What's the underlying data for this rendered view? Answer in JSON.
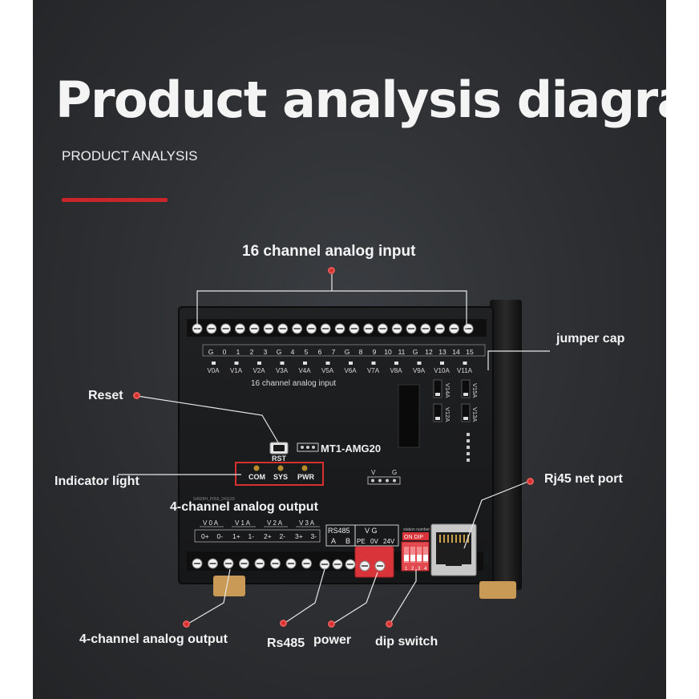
{
  "title": "Product analysis diagram",
  "subtitle": "PRODUCT ANALYSIS",
  "labels": {
    "analog_input": "16 channel analog input",
    "jumper_cap": "jumper cap",
    "reset": "Reset",
    "indicator": "Indicator light",
    "rj45": "Rj45 net port",
    "analog_output_top": "4-channel analog output",
    "analog_output_bottom": "4-channel analog output",
    "rs485": "Rs485",
    "power": "power",
    "dip": "dip switch"
  },
  "board": {
    "model": "MT1-AMG20",
    "rst": "RST",
    "silk_input": "16 channel analog input",
    "leds": [
      "COM",
      "SYS",
      "PWR"
    ],
    "vg": [
      "V",
      "G"
    ],
    "part_no": "S4928H_P055_241120",
    "top_numbers": [
      "G",
      "0",
      "1",
      "2",
      "3",
      "G",
      "4",
      "5",
      "6",
      "7",
      "G",
      "8",
      "9",
      "10",
      "11",
      "G",
      "12",
      "13",
      "14",
      "15"
    ],
    "va_labels": [
      "V0A",
      "V1A",
      "V2A",
      "V3A",
      "V4A",
      "V5A",
      "V6A",
      "V7A",
      "V8A",
      "V9A",
      "V10A",
      "V11A"
    ],
    "vert_labels": [
      "V14A",
      "V15A",
      "V12A",
      "V13A"
    ],
    "out_headers": [
      "V 0 A",
      "V 1 A",
      "V 2 A",
      "V 3 A"
    ],
    "out_pins": [
      "0+",
      "0-",
      "1+",
      "1-",
      "2+",
      "2-",
      "3+",
      "3-"
    ],
    "rs485_box": {
      "title": "RS485",
      "pins": [
        "A",
        "B"
      ]
    },
    "power_box": {
      "title": "V G",
      "pins": [
        "PE",
        "0V",
        "24V"
      ]
    },
    "dip_box": {
      "title": "ON DIP",
      "pins": [
        "1",
        "2",
        "3",
        "4"
      ],
      "note": "station number selection"
    }
  },
  "colors": {
    "accent": "#c9262b",
    "background": "#2c2e31",
    "terminal_red": "#d8343a",
    "terminal_black": "#1a1a1a"
  }
}
